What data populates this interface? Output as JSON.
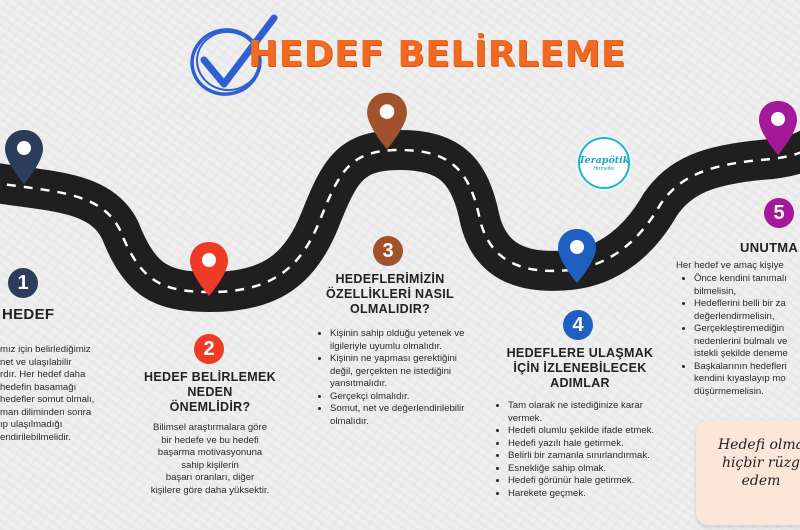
{
  "title": "HEDEF BELİRLEME",
  "logo": {
    "line1": "Terapötik",
    "line2": "Hizmetler"
  },
  "colors": {
    "orange": "#f26a21",
    "navy": "#2b3d5b",
    "red": "#ef3b26",
    "brown": "#a0522d",
    "blue": "#1f5fbf",
    "purple": "#a3199a"
  },
  "step1": {
    "num": "1",
    "heading": "HEDEF",
    "lines": [
      "mız için belirlediğimiz",
      "net ve ulaşılabilir",
      "rdır. Her hedef daha",
      "hedefin basamağı",
      "hedefler somut olmalı,",
      "man diliminden sonra",
      "ıp ulaşılmadığı",
      "endirilebilmelidir."
    ]
  },
  "step2": {
    "num": "2",
    "heading": [
      "HEDEF BELİRLEMEK",
      "NEDEN",
      "ÖNEMLİDİR?"
    ],
    "lines": [
      "Bilimsel araştırmalara göre",
      "bir hedefe ve bu hedefi",
      "başarma motivasyonuna",
      "sahip kişilerin",
      "başarı oranları, diğer",
      "kişilere göre daha yüksektir."
    ]
  },
  "step3": {
    "num": "3",
    "heading": [
      "HEDEFLERİMİZİN",
      "ÖZELLİKLERİ NASIL",
      "OLMALIDIR?"
    ],
    "items": [
      "Kişinin sahip olduğu yetenek ve ilgileriyle uyumlu olmalıdır.",
      "Kişinin ne yapması gerektiğini değil, gerçekten ne istediğini yansıtmalıdır.",
      "Gerçekçi olmalıdır.",
      "Somut, net ve değerlendirilebilir olmalıdır."
    ]
  },
  "step4": {
    "num": "4",
    "heading": [
      "HEDEFLERE ULAŞMAK",
      "İÇİN İZLENEBİLECEK",
      "ADIMLAR"
    ],
    "items": [
      "Tam olarak ne istediğinize karar vermek.",
      "Hedefi olumlu şekilde ifade etmek.",
      "Hedefi yazılı hale getirmek.",
      "Belirli bir zamanla sınırlandırmak.",
      "Esnekliğe sahip olmak.",
      "Hedefi görünür hale getirmek.",
      "Harekete geçmek."
    ]
  },
  "step5": {
    "num": "5",
    "heading": "UNUTMA",
    "intro": "Her hedef ve amaç kişiye",
    "items": [
      "Önce kendini tanımalı bilmelisin,",
      "Hedeflerini belli bir za değerlendirmelisin,",
      "Gerçekleştiremediğin nedenlerini bulmalı ve istekli şekilde deneme",
      "Başkalarının hedefleri kendini kıyaslayıp mo düşürmemelisin."
    ]
  },
  "quote": {
    "lines": [
      "Hedefi olma",
      "hiçbir rüzg",
      "edem"
    ]
  }
}
